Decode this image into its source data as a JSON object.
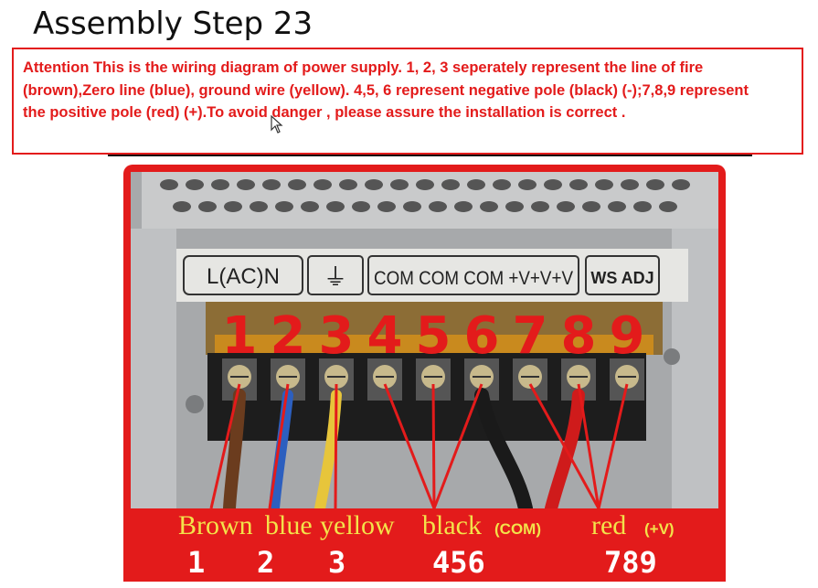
{
  "page": {
    "title": "Assembly Step 23",
    "attention": "Attention This is the wiring diagram of power supply.  1, 2, 3 seperately represent  the line of fire (brown),Zero line (blue), ground wire (yellow). 4,5, 6 represent negative pole (black) (-);7,8,9 represent the positive pole (red) (+).To avoid danger , please assure the installation is correct ."
  },
  "terminal_labels": {
    "l_ac_n": "L(AC)N",
    "ground": "⏚",
    "com_v": "COM COM COM +V+V+V",
    "ws_adj": "WS ADJ"
  },
  "terminal_numbers": [
    "1",
    "2",
    "3",
    "4",
    "5",
    "6",
    "7",
    "8",
    "9"
  ],
  "wire_labels": {
    "brown": "Brown",
    "blue": "blue",
    "yellow": "yellow",
    "black": "black",
    "com": "(COM)",
    "red": "red",
    "plus_v": "(+V)",
    "n1": "1",
    "n2": "2",
    "n3": "3",
    "n456": "456",
    "n789": "789"
  },
  "colors": {
    "accent_red": "#e31b1b",
    "brown_wire": "#6b3c1e",
    "blue_wire": "#2c5fbf",
    "yellow_wire": "#e7c53b",
    "black_wire": "#1a1a1a",
    "red_wire": "#cf1b1b",
    "label_yellow": "#f3e24a"
  }
}
